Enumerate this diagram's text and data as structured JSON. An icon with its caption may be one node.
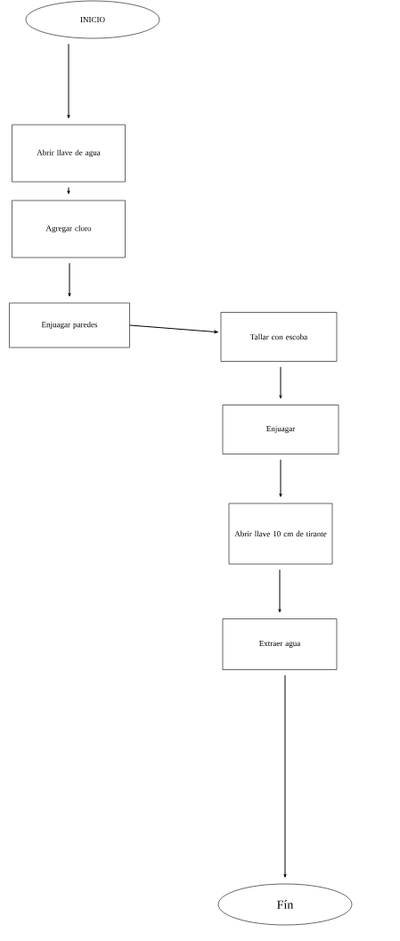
{
  "diagram": {
    "nodes": [
      {
        "text": [
          "INICIO"
        ]
      },
      {
        "text": [
          "Abrir llave de agua"
        ]
      },
      {
        "text": [
          "Agregar cloro"
        ]
      },
      {
        "text": [
          "Enjuagar paredes"
        ]
      },
      {
        "text": [
          "Tallar con escoba"
        ]
      },
      {
        "text": [
          "Enjuagar"
        ]
      },
      {
        "text": [
          "Abrir llave 10 cm de tirante"
        ]
      },
      {
        "text": [
          "Extraer agua"
        ]
      },
      {
        "text": [
          "Fín"
        ]
      }
    ],
    "edges": [
      {
        "from": 0,
        "to": 1,
        "arrow": "to"
      },
      {
        "from": 1,
        "to": 2,
        "arrow": "to"
      },
      {
        "from": 2,
        "to": 3,
        "arrow": "to"
      },
      {
        "from": 3,
        "to": 4,
        "arrow": "to"
      },
      {
        "from": 4,
        "to": 5,
        "arrow": "to"
      },
      {
        "from": 5,
        "to": 6,
        "arrow": "to"
      },
      {
        "from": 6,
        "to": 7,
        "arrow": "to"
      },
      {
        "from": 7,
        "to": 8,
        "arrow": "to"
      }
    ]
  }
}
